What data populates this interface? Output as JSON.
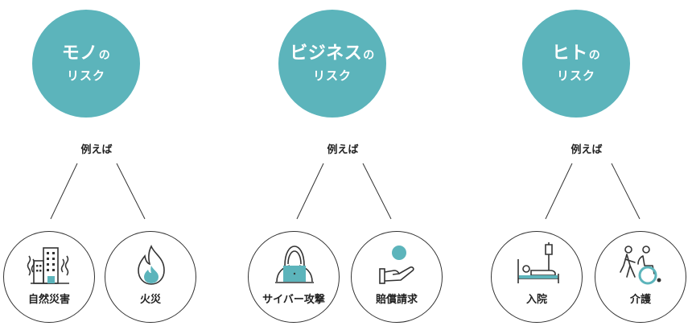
{
  "colors": {
    "teal": "#5cb4bb",
    "line": "#333333",
    "text": "#222222"
  },
  "categories": [
    {
      "title_main": "モノ",
      "title_suffix": "の",
      "title_sub": "リスク",
      "example_label": "例えば",
      "items": [
        {
          "label": "自然災害",
          "icon": "earthquake-building-icon"
        },
        {
          "label": "火災",
          "icon": "flame-icon"
        }
      ]
    },
    {
      "title_main": "ビジネス",
      "title_suffix": "の",
      "title_sub": "リスク",
      "example_label": "例えば",
      "items": [
        {
          "label": "サイバー攻撃",
          "icon": "hacker-laptop-icon"
        },
        {
          "label": "賠償請求",
          "icon": "hand-coin-icon"
        }
      ]
    },
    {
      "title_main": "ヒト",
      "title_suffix": "の",
      "title_sub": "リスク",
      "example_label": "例えば",
      "items": [
        {
          "label": "入院",
          "icon": "hospital-bed-icon"
        },
        {
          "label": "介護",
          "icon": "wheelchair-care-icon"
        }
      ]
    }
  ]
}
